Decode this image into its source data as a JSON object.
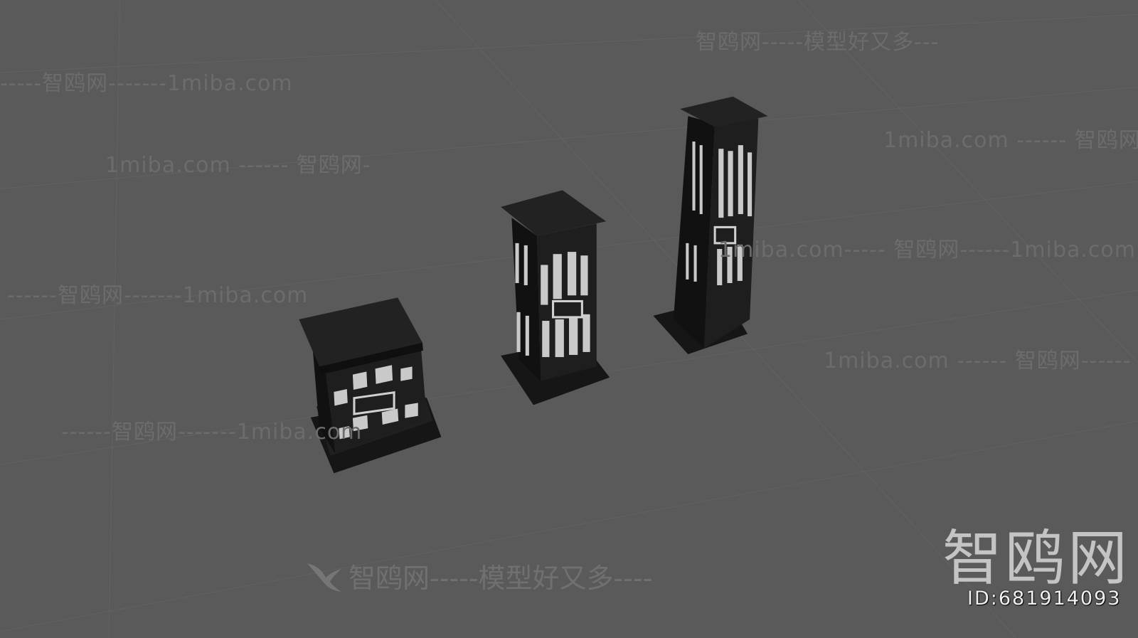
{
  "watermarks": [
    {
      "text": "智鸥网-----模型好又多---"
    },
    {
      "text": "-----智鸥网-------1miba.com"
    },
    {
      "text": "1miba.com ------ 智鸥网-"
    },
    {
      "text": "1miba.com ------ 智鸥网-"
    },
    {
      "text": "1miba.com----- 智鸥网------1miba.com"
    },
    {
      "text": "------智鸥网-------1miba.com"
    },
    {
      "text": "1miba.com ------ 智鸥网------"
    },
    {
      "text": "------智鸥网-------1miba.com"
    }
  ],
  "bottom_watermark": {
    "text": "智鸥网-----模型好又多----",
    "icon": "bird-logo-icon"
  },
  "brand": {
    "logo_text": "智鸥网",
    "id_text": "ID:681914093"
  },
  "colors": {
    "background": "#5a5a5a",
    "lamp": "#1c1c1c",
    "glass": "#c8c8c8"
  }
}
